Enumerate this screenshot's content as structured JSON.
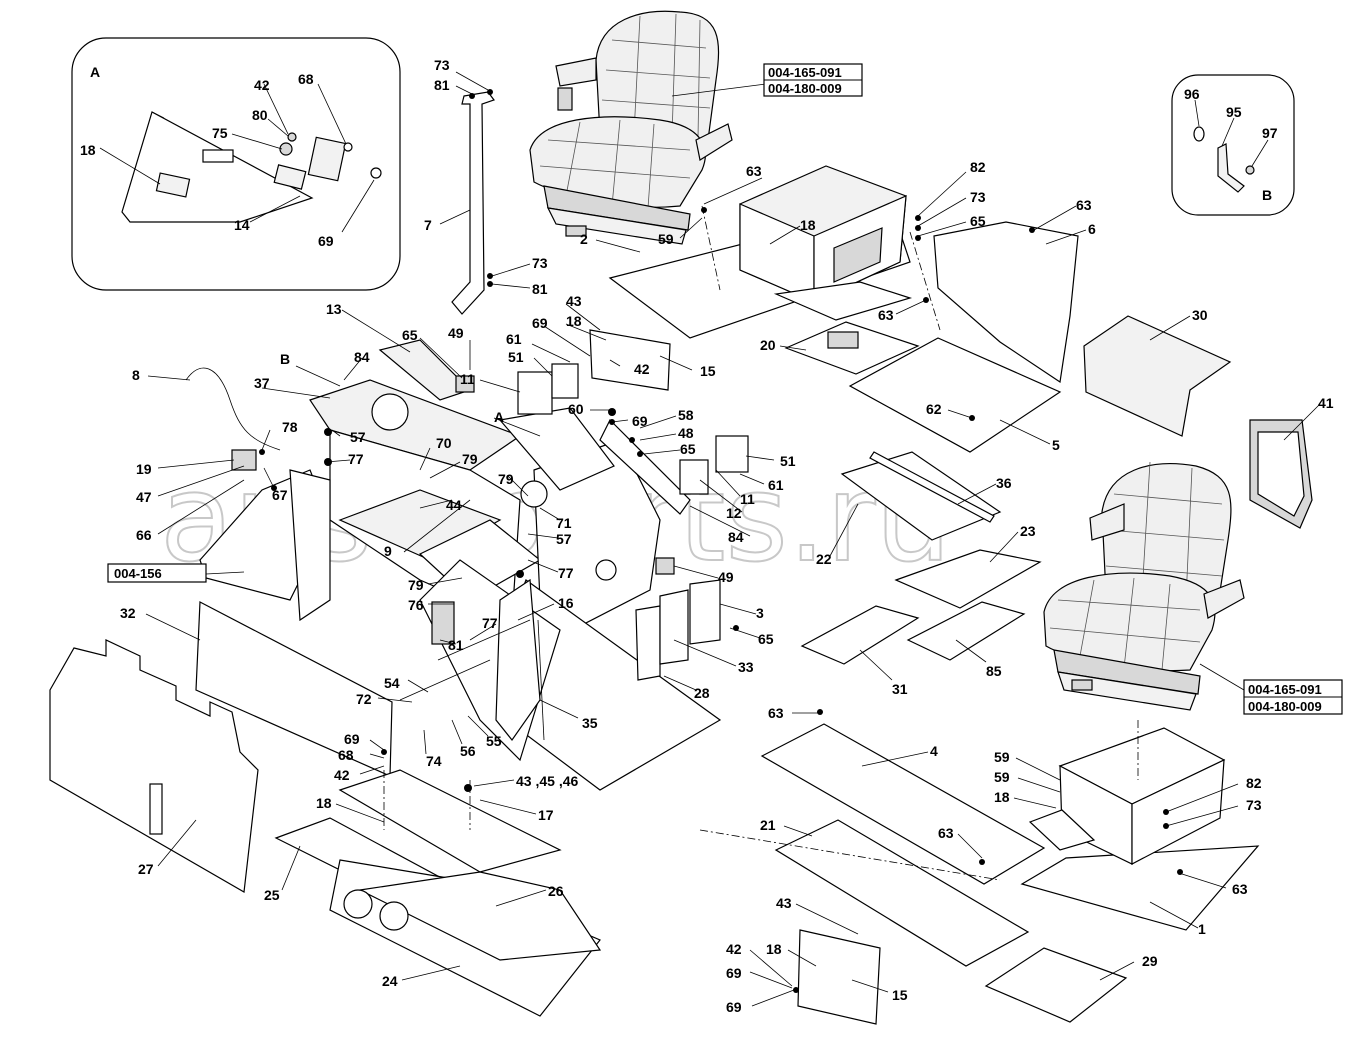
{
  "watermark": "anselparts.ru",
  "detail_A": {
    "letter": "A",
    "labels": [
      "18",
      "42",
      "68",
      "80",
      "75",
      "14",
      "69"
    ]
  },
  "detail_B": {
    "letter": "B",
    "labels": [
      "96",
      "95",
      "97"
    ]
  },
  "boxed_codes": {
    "top_seat_1": "004-165-091",
    "top_seat_2": "004-180-009",
    "bottom_seat_1": "004-165-091",
    "bottom_seat_2": "004-180-009",
    "console": "004-156"
  },
  "callouts": {
    "c73a": "73",
    "c81a": "81",
    "c7": "7",
    "c73b": "73",
    "c81b": "81",
    "c63a": "63",
    "c59a": "59",
    "c18a": "18",
    "c2": "2",
    "c82a": "82",
    "c73c": "73",
    "c65a": "65",
    "c63b": "63",
    "c6": "6",
    "c30": "30",
    "c63c": "63",
    "c20": "20",
    "c62": "62",
    "c5": "5",
    "c13": "13",
    "c65b": "65",
    "c49a": "49",
    "c84a": "84",
    "cB": "B",
    "c37": "37",
    "c8": "8",
    "c11a": "11",
    "c43a": "43",
    "c18b": "18",
    "c69a": "69",
    "c61a": "61",
    "c51a": "51",
    "c15a": "15",
    "c42a": "42",
    "c60": "60",
    "c69b": "69",
    "c58": "58",
    "c48": "48",
    "c65c": "65",
    "cA": "A",
    "c57a": "57",
    "c70": "70",
    "c79a": "79",
    "c77a": "77",
    "c78": "78",
    "c19": "19",
    "c47": "47",
    "c67": "67",
    "c66": "66",
    "c44": "44",
    "c79b": "79",
    "c71": "71",
    "c57b": "57",
    "c77b": "77",
    "c9": "9",
    "c79c": "79",
    "c76": "76",
    "c51b": "51",
    "c61b": "61",
    "c11b": "11",
    "c12": "12",
    "c84b": "84",
    "c49b": "49",
    "c36": "36",
    "c22": "22",
    "c23": "23",
    "c41": "41",
    "c3": "3",
    "c65d": "65",
    "c33": "33",
    "c16": "16",
    "c77c": "77",
    "c81c": "81",
    "c32": "32",
    "c31": "31",
    "c85": "85",
    "c28": "28",
    "c54": "54",
    "c72": "72",
    "c35": "35",
    "c69c": "69",
    "c68": "68",
    "c42b": "42",
    "c74": "74",
    "c56": "56",
    "c55": "55",
    "c43b": "43 ,45 ,46",
    "c17": "17",
    "c18c": "18",
    "c27": "27",
    "c25": "25",
    "c26": "26",
    "c24": "24",
    "c63d": "63",
    "c4": "4",
    "c59b": "59",
    "c59c": "59",
    "c18d": "18",
    "c82b": "82",
    "c73d": "73",
    "c21": "21",
    "c63e": "63",
    "c63f": "63",
    "c1": "1",
    "c43c": "43",
    "c42c": "42",
    "c18e": "18",
    "c69d": "69",
    "c69e": "69",
    "c15b": "15",
    "c29": "29"
  }
}
